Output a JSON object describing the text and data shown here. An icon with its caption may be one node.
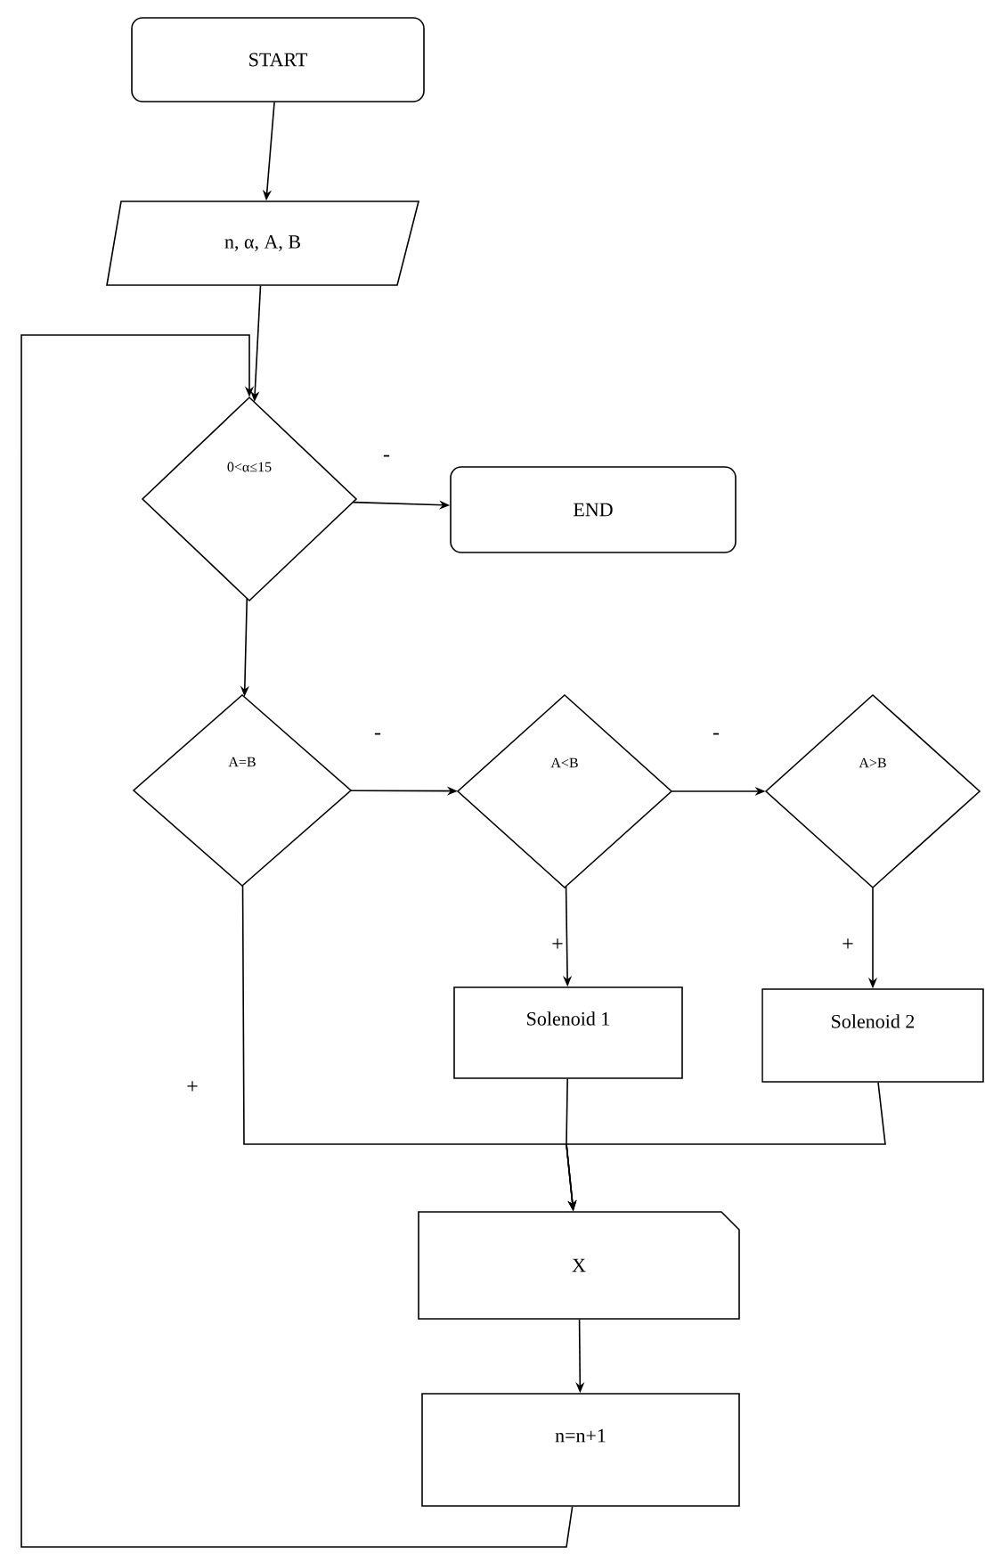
{
  "diagram": {
    "nodes": [
      {
        "text": [
          "START"
        ]
      },
      {
        "text": [
          "n, α, A, B"
        ]
      },
      {
        "text": [
          "0<α≤15"
        ]
      },
      {
        "text": [
          "END"
        ]
      },
      {
        "text": [
          "A=B"
        ]
      },
      {
        "text": [
          "A<B"
        ]
      },
      {
        "text": [
          "A>B"
        ]
      },
      {
        "text": [
          "Solenoid 1"
        ]
      },
      {
        "text": [
          "Solenoid 2"
        ]
      },
      {
        "text": [
          "X"
        ]
      },
      {
        "text": [
          "n=n+1"
        ]
      }
    ],
    "edges": [
      {
        "from": 0,
        "to": 1,
        "arrow": "to"
      },
      {
        "from": 1,
        "to": 2,
        "arrow": "to"
      },
      {
        "from": 2,
        "to": 3,
        "arrow": "to",
        "label": "-"
      },
      {
        "from": 2,
        "to": 4,
        "arrow": "to"
      },
      {
        "from": 4,
        "to": 5,
        "arrow": "to",
        "label": "-"
      },
      {
        "from": 5,
        "to": 6,
        "arrow": "to",
        "label": "-"
      },
      {
        "from": 5,
        "to": 7,
        "arrow": "to",
        "label": "+"
      },
      {
        "from": 6,
        "to": 8,
        "arrow": "to",
        "label": "+"
      },
      {
        "from": 4,
        "to": 9,
        "arrow": "to",
        "label": "+"
      },
      {
        "from": 7,
        "to": 9,
        "arrow": "to"
      },
      {
        "from": 8,
        "to": 9,
        "arrow": "to"
      },
      {
        "from": 9,
        "to": 10,
        "arrow": "to"
      },
      {
        "from": 10,
        "to": 2,
        "arrow": "to"
      }
    ]
  }
}
